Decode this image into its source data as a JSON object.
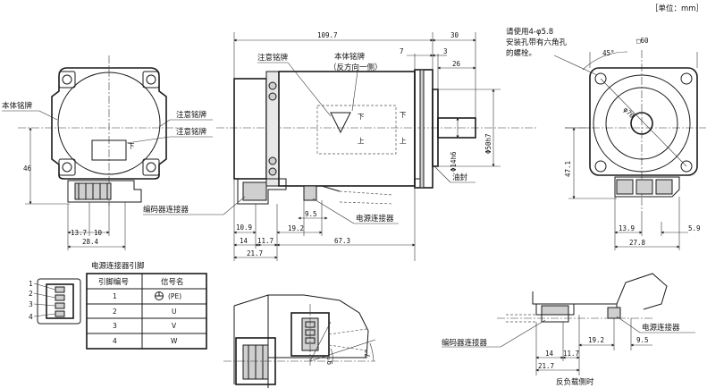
{
  "unit_label": "［单位：mm］",
  "left_view": {
    "body_nameplate": "本体铭牌",
    "caution_plate_1": "注意铭牌",
    "caution_plate_2": "注意铭牌",
    "down_mark": "下",
    "dim_46": "46",
    "dim_13_7": "13.7",
    "dim_10": "10",
    "dim_28_4": "28.4"
  },
  "side_view": {
    "dim_109_7": "109.7",
    "dim_30": "30",
    "dim_7": "7",
    "dim_3": "3",
    "dim_26": "26",
    "caution_plate": "注意铭牌",
    "body_nameplate": "本体铭牌",
    "body_nameplate_note": "（反方向一侧）",
    "dia_50h7": "Φ50h7",
    "dia_14h6": "Φ14h6",
    "oil_seal": "油封",
    "encoder_connector": "编码器连接器",
    "power_connector": "电源连接器",
    "dim_9_5": "9.5",
    "dim_10_9": "10.9",
    "dim_19_2": "19.2",
    "dim_14": "14",
    "dim_11_7": "11.7",
    "dim_67_3": "67.3",
    "dim_21_7": "21.7",
    "plate_down": "下",
    "plate_up": "上",
    "plate_side_down": "下",
    "plate_side_up": "上"
  },
  "front_view": {
    "bolt_note_line1": "请使用4-φ5.8",
    "bolt_note_line2": "安装孔带有六角孔",
    "bolt_note_line3": "的螺栓。",
    "square_60": "□60",
    "angle_45": "45°",
    "dia_70": "φ70",
    "dim_47_1": "47.1",
    "dim_13_9": "13.9",
    "dim_27_8": "27.8",
    "dim_5_9": "5.9"
  },
  "pin_table": {
    "caption": "电源连接器引脚",
    "header_pin": "引脚编号",
    "header_signal": "信号名",
    "rows": [
      {
        "pin": "1",
        "signal": "(PE)"
      },
      {
        "pin": "2",
        "signal": "U"
      },
      {
        "pin": "3",
        "signal": "V"
      },
      {
        "pin": "4",
        "signal": "W"
      }
    ],
    "connector_pins": [
      "1",
      "2",
      "3",
      "4"
    ]
  },
  "detail_view": {
    "angle_9": "9°",
    "angle_7": "7°"
  },
  "reverse_view": {
    "power_connector": "电源连接器",
    "encoder_connector": "编码器连接器",
    "dim_19_2": "19.2",
    "dim_9_5": "9.5",
    "dim_14": "14",
    "dim_11_7": "11.7",
    "dim_21_7": "21.7",
    "caption": "反负载侧时"
  }
}
